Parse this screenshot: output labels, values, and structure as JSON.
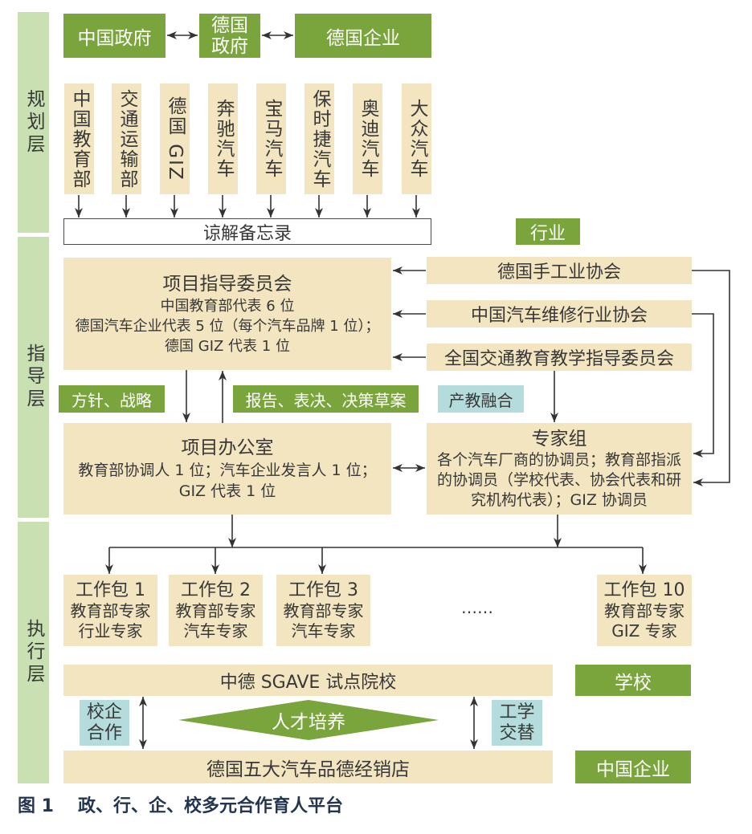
{
  "layers": {
    "planning": "规划层",
    "guidance": "指导层",
    "execution": "执行层"
  },
  "governments": {
    "china_government": "中国政府",
    "german_government": [
      "德国",
      "政府"
    ],
    "german_enterprises": "德国企业"
  },
  "stakeholders": [
    "中国教育部",
    "交通运输部",
    "德国 GIZ",
    "奔驰汽车",
    "宝马汽车",
    "保时捷汽车",
    "奥迪汽车",
    "大众汽车"
  ],
  "mou": "谅解备忘录",
  "industry_tag": "行业",
  "steering_committee": {
    "title": "项目指导委员会",
    "lines": [
      "中国教育部代表 6 位",
      "德国汽车企业代表 5 位（每个汽车品牌 1 位）；",
      "德国 GIZ 代表 1 位"
    ]
  },
  "associations": [
    "德国手工业协会",
    "中国汽车维修行业协会",
    "全国交通教育教学指导委员会"
  ],
  "flow_labels": {
    "policy_strategy": "方针、战略",
    "reports": "报告、表决、决策草案",
    "industry_education": "产教融合"
  },
  "project_office": {
    "title": "项目办公室",
    "lines": [
      "教育部协调人 1 位；汽车企业发言人 1 位；",
      "GIZ 代表 1 位"
    ]
  },
  "expert_group": {
    "title": "专家组",
    "lines": [
      "各个汽车厂商的协调员；教育部指派",
      "的协调员（学校代表、协会代表和研",
      "究机构代表）；GIZ 协调员"
    ]
  },
  "work_packages": [
    {
      "title": "工作包 1",
      "lines": [
        "教育部专家",
        "行业专家"
      ]
    },
    {
      "title": "工作包 2",
      "lines": [
        "教育部专家",
        "汽车专家"
      ]
    },
    {
      "title": "工作包 3",
      "lines": [
        "教育部专家",
        "汽车专家"
      ]
    },
    {
      "title": "工作包 10",
      "lines": [
        "教育部专家",
        "GIZ 专家"
      ]
    }
  ],
  "work_package_ellipsis": "……",
  "pilot_schools": "中德 SGAVE 试点院校",
  "school_tag": "学校",
  "school_enterprise_cooperation": [
    "校企",
    "合作"
  ],
  "talent_cultivation": "人才培养",
  "work_study_alternation": [
    "工学",
    "交替"
  ],
  "dealerships": "德国五大汽车品德经销店",
  "enterprise_tag": "中国企业",
  "caption": {
    "number": "图 1",
    "title": "政、行、企、校多元合作育人平台"
  },
  "colors": {
    "green": "#7aa53d",
    "beige": "#f2e5c0",
    "band": "#c8e0b2",
    "teal": "#b5dcdc",
    "ink": "#383838",
    "caption": "#24364f"
  }
}
